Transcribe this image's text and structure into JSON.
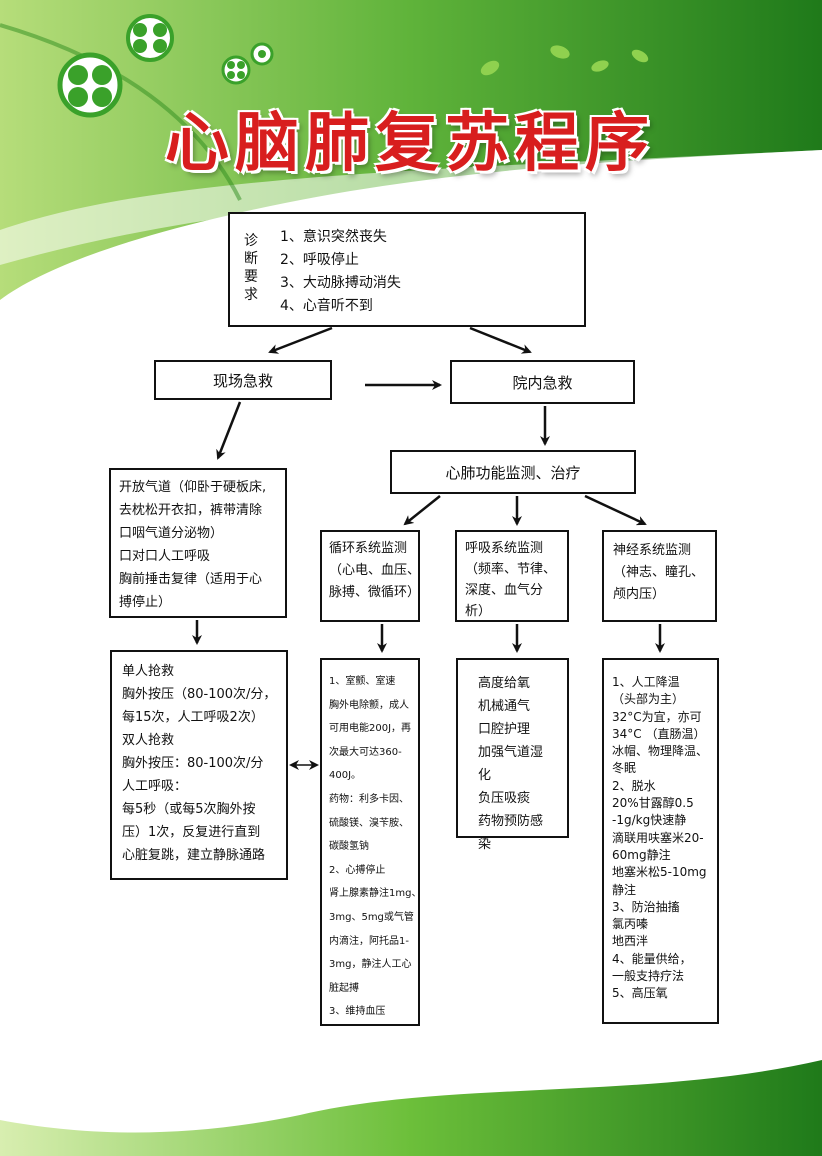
{
  "title": "心脑肺复苏程序",
  "diagnosis": {
    "label": "诊断要求",
    "items": [
      "1、意识突然丧失",
      "2、呼吸停止",
      "3、大动脉搏动消失",
      "4、心音听不到"
    ]
  },
  "field_rescue": "现场急救",
  "hospital_rescue": "院内急救",
  "monitoring": "心肺功能监测、治疗",
  "airway": {
    "lines": [
      "开放气道（仰卧于硬板床,",
      "去枕松开衣扣，裤带清除",
      "口咽气道分泌物）",
      "口对口人工呼吸",
      "胸前捶击复律（适用于心",
      "搏停止）"
    ]
  },
  "cpr": {
    "lines": [
      "单人抢救",
      "胸外按压（80-100次/分，",
      "每15次，人工呼吸2次）",
      "双人抢救",
      "胸外按压：80-100次/分",
      "人工呼吸：",
      "每5秒（或每5次胸外按",
      "压）1次，反复进行直到",
      "心脏复跳，建立静脉通路"
    ]
  },
  "circulation": {
    "lines": [
      "循环系统监测",
      "（心电、血压、",
      "脉搏、微循环）"
    ]
  },
  "respiration": {
    "lines": [
      "呼吸系统监测",
      "（频率、节律、",
      "深度、血气分",
      "析）"
    ]
  },
  "neuro": {
    "lines": [
      "神经系统监测",
      "（神志、瞳孔、",
      "颅内压）"
    ]
  },
  "circulation_tx": {
    "lines": [
      "1、室颤、室速",
      "胸外电除颤，成人",
      "可用电能200J，再",
      "次最大可达360-",
      "400J。",
      "药物：利多卡因、",
      "硫酸镁、溴苄胺、",
      "碳酸氢钠",
      "2、心搏停止",
      "肾上腺素静注1mg、",
      "3mg、5mg或气管",
      "内滴注，阿托品1-",
      "3mg，静注人工心",
      "脏起搏",
      "3、维持血压"
    ]
  },
  "respiration_tx": {
    "lines": [
      "高度给氧",
      "机械通气",
      "口腔护理",
      "加强气道湿",
      "化",
      "负压吸痰",
      "药物预防感",
      "染"
    ]
  },
  "neuro_tx": {
    "lines": [
      "1、人工降温",
      "（头部为主）",
      "32°C为宜，亦可",
      "34°C （直肠温）",
      "冰帽、物理降温、",
      "冬眠",
      "2、脱水",
      "20%甘露醇0.5",
      "-1g/kg快速静",
      "滴联用呋塞米20-",
      "60mg静注",
      "地塞米松5-10mg",
      "静注",
      "3、防治抽搐",
      "氯丙嗪",
      "地西泮",
      "4、能量供给，",
      "一般支持疗法",
      "5、高压氧"
    ]
  },
  "colors": {
    "title": "#d81e1e",
    "green_dark": "#2e8b1e",
    "green_light": "#a8d86a"
  }
}
